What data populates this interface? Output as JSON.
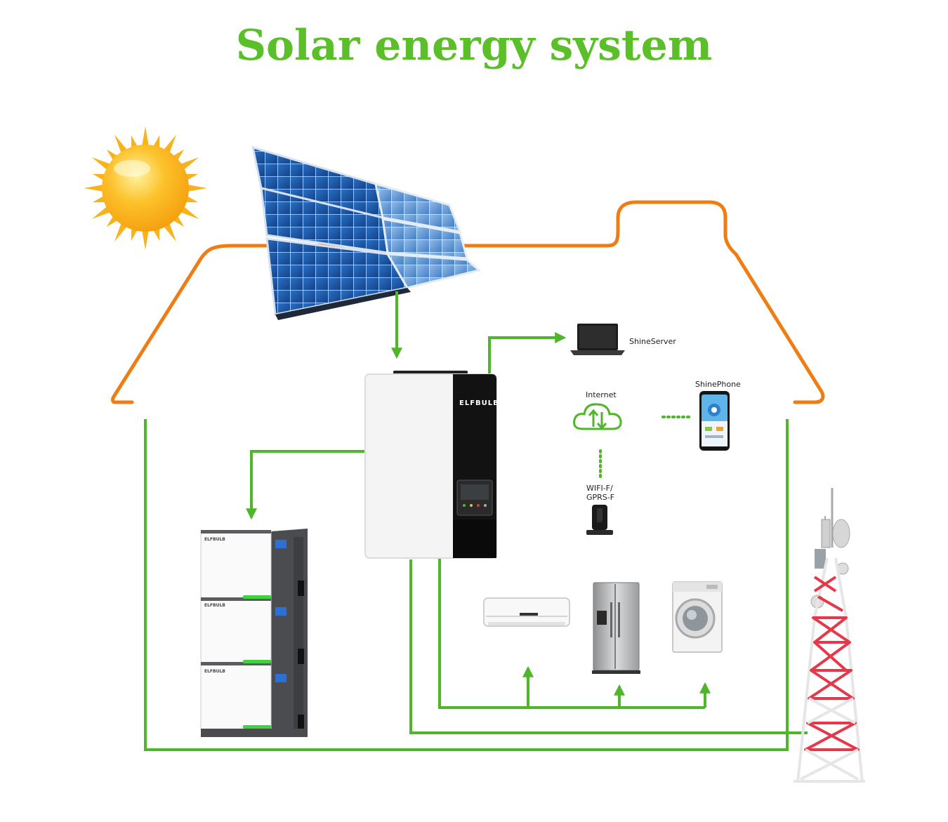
{
  "title": "Solar energy system",
  "labels": {
    "shine_server": "ShineServer",
    "internet": "Internet",
    "shine_phone": "ShinePhone",
    "wifi_line1": "WIFI-F/",
    "wifi_line2": "GPRS-F",
    "brand_inverter": "ELFBULB",
    "brand_battery_1": "ELFBULB",
    "brand_battery_2": "ELFBULB",
    "brand_battery_3": "ELFBULB"
  },
  "icons": [
    "sun-icon",
    "solar-panel-icon",
    "inverter-icon",
    "laptop-icon",
    "cloud-icon",
    "smartphone-icon",
    "wifi-dongle-icon",
    "battery-stack-icon",
    "air-conditioner-icon",
    "refrigerator-icon",
    "washing-machine-icon",
    "transmission-tower-icon"
  ],
  "colors": {
    "title": "#5bbf2a",
    "flow_line": "#4fb62a",
    "house_outline": "#ef7d14",
    "sun": "#fbb81a",
    "panel": "#1f5fae",
    "tower": "#e5394b"
  }
}
